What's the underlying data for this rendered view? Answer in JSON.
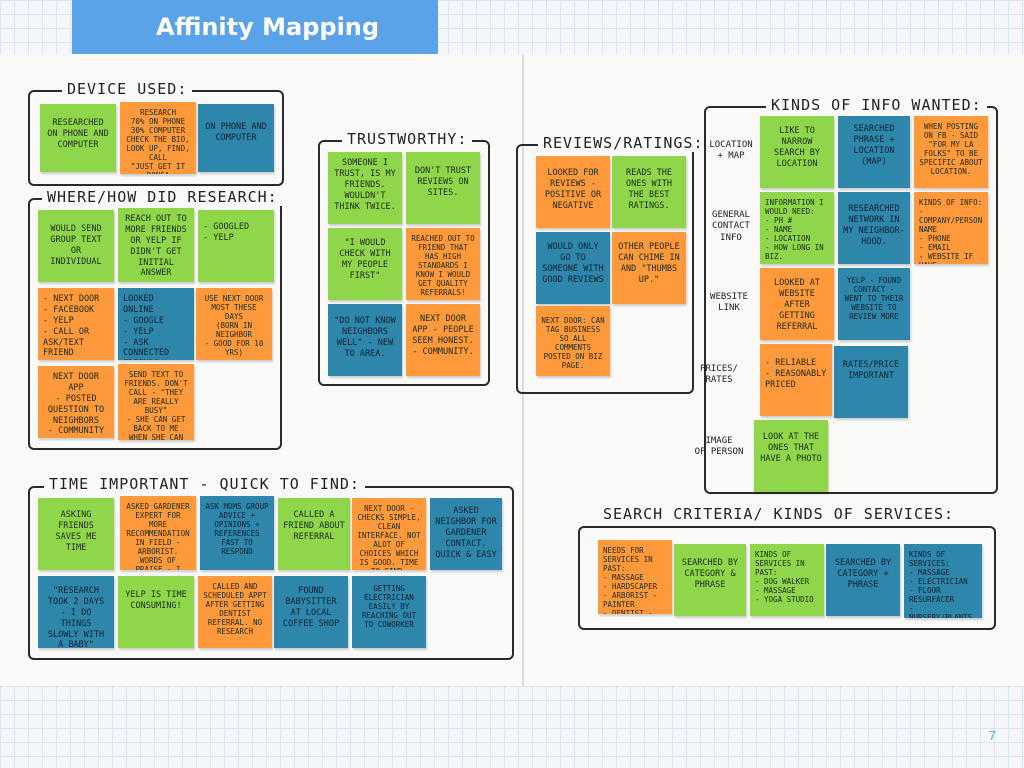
{
  "slide": {
    "title": "Affinity Mapping",
    "page_number": "7"
  },
  "groups": {
    "device": {
      "title": "DEVICE USED:"
    },
    "where": {
      "title": "WHERE/HOW DID RESEARCH:"
    },
    "trust": {
      "title": "TRUSTWORTHY:"
    },
    "reviews": {
      "title": "REVIEWS/RATINGS:"
    },
    "kinds": {
      "title": "KINDS OF INFO WANTED:"
    },
    "time": {
      "title": "TIME IMPORTANT - QUICK TO FIND:"
    },
    "search": {
      "title": "SEARCH CRITERIA/ KINDS OF SERVICES:"
    }
  },
  "row_labels": {
    "location": "LOCATION\n+ MAP",
    "general": "GENERAL\nCONTACT\nINFO",
    "website": "WEBSITE\nLINK",
    "prices": "PRICES/\nRATES",
    "image": "IMAGE\nOF PERSON"
  },
  "notes": {
    "d1": "RESEARCHED ON PHONE AND COMPUTER",
    "d2": "RESEARCH\n70% ON PHONE\n30% COMPUTER\nCHECK THE BIO, LOOK UP, FIND, CALL\n\"JUST GET IT DONE\"",
    "d3": "ON PHONE AND COMPUTER",
    "w1": "WOULD SEND GROUP TEXT OR INDIVIDUAL",
    "w2": "REACH OUT TO MORE FRIENDS OR YELP IF DIDN'T GET INITIAL ANSWER",
    "w3": "- GOOGLED\n- YELP",
    "w4": "- NEXT DOOR\n- FACEBOOK\n- YELP\n- CALL OR ASK/TEXT FRIEND",
    "w5": "LOOKED ONLINE\n- GOOGLE\n- YELP\n- ASK CONNECTED FRIENDS",
    "w6": "USE NEXT DOOR MOST THESE DAYS\n(BORN IN NEIGHBOR\n- GOOD FOR 10 YRS)",
    "w7": "NEXT DOOR APP\n- POSTED QUESTION TO NEIGHBORS\n- COMMUNITY",
    "w8": "SEND TEXT TO FRIENDS. DON'T CALL - \"THEY ARE REALLY BUSY\"\n- SHE CAN GET BACK TO ME WHEN SHE CAN",
    "t1": "SOMEONE I TRUST, IS MY FRIENDS. WOULDN'T THINK TWICE.",
    "t2": "DON'T TRUST REVIEWS ON SITES.",
    "t3": "\"I WOULD CHECK WITH MY PEOPLE FIRST\"",
    "t4": "REACHED OUT TO FRIEND THAT HAS HIGH STANDARDS I KNOW I WOULD GET QUALITY REFERRALS!",
    "t5": "\"DO NOT KNOW NEIGHBORS WELL\" - NEW TO AREA.",
    "t6": "NEXT DOOR APP - PEOPLE SEEM HONEST. - COMMUNITY.",
    "r1": "LOOKED FOR REVIEWS - POSITIVE OR NEGATIVE",
    "r2": "READS THE ONES WITH THE BEST RATINGS.",
    "r3": "WOULD ONLY GO TO SOMEONE WITH GOOD REVIEWS",
    "r4": "OTHER PEOPLE CAN CHIME IN AND \"THUMBS UP.\"",
    "r5": "NEXT DOOR: CAN TAG BUSINESS SO ALL COMMENTS POSTED ON BIZ PAGE.",
    "k1": "LIKE TO NARROW SEARCH BY LOCATION",
    "k2": "SEARCHED PHRASE + LOCATION (MAP)",
    "k3": "WHEN POSTING ON FB - SAID \"FOR MY LA FOLKS\" TO BE SPECIFIC ABOUT LOCATION.",
    "k4": "INFORMATION I WOULD NEED:\n- PH #\n- NAME\n- LOCATION\n- HOW LONG IN BIZ.",
    "k5": "RESEARCHED NETWORK IN MY NEIGHBOR-HOOD.",
    "k6": "KINDS OF INFO:\n- COMPANY/PERSON NAME\n- PHONE\n- EMAIL\n- WEBSITE IF HAVE",
    "k7": "LOOKED AT WEBSITE AFTER GETTING REFERRAL",
    "k8": "YELP - FOUND CONTACT - WENT TO THEIR WEBSITE TO REVIEW MORE",
    "k9": "- RELIABLE\n- REASONABLY PRICED",
    "k10": "RATES/PRICE IMPORTANT",
    "k11": "LOOK AT THE ONES THAT HAVE A PHOTO",
    "q1": "ASKING FRIENDS SAVES ME TIME",
    "q2": "ASKED GARDENER EXPERT FOR MORE RECOMMENDATION IN FIELD - ARBORIST. WORDS OF PRAISE - I CALLED THEM.",
    "q3": "ASK MOMS GROUP ADVICE + OPINIONS + REFERENCES\nFAST TO RESPOND",
    "q4": "CALLED A FRIEND ABOUT REFERRAL",
    "q5": "NEXT DOOR - CHECKS SIMPLE, CLEAN INTERFACE. NOT ALOT OF CHOICES WHICH IS GOOD. TIME TO FIND.",
    "q6": "ASKED NEIGHBOR FOR GARDENER CONTACT. QUICK & EASY",
    "q7": "\"RESEARCH TOOK 2 DAYS - I DO THINGS SLOWLY WITH A BABY\"",
    "q8": "YELP IS TIME CONSUMING!",
    "q9": "CALLED AND SCHEDULED APPT AFTER GETTING DENTIST REFERRAL. NO RESEARCH",
    "q10": "FOUND BABYSITTER AT LOCAL COFFEE SHOP",
    "q11": "GETTING ELECTRICIAN EASILY BY REACHING OUT TO COWORKER",
    "s1": "NEEDS FOR SERVICES IN PAST:\n- MASSAGE\n- HARDSCAPER\n- ARBORIST - PAINTER\n- DENTIST - DOCTORS\n- BABY STORE/BABYSITTER\n- TAG TRUCK\n- PLUMBER",
    "s2": "SEARCHED BY CATEGORY & PHRASE",
    "s3": "KINDS OF SERVICES IN PAST:\n- DOG WALKER\n- MASSAGE\n- YOGA STUDIO",
    "s4": "SEARCHED BY CATEGORY + PHRASE",
    "s5": "KINDS OF SERVICES:\n- MASSAGE\n- ELECTRICIAN\n- FLOOR RESURFACER\n- NURSERY/PLANTS\n- BABYSITTER - NAILS\n- CHIRO - DENTIST\n- GARDENER"
  },
  "colors": {
    "green": "#8fd64a",
    "orange": "#ff9a3c",
    "blue": "#2e86ab",
    "accent": "#5ba3e8"
  }
}
